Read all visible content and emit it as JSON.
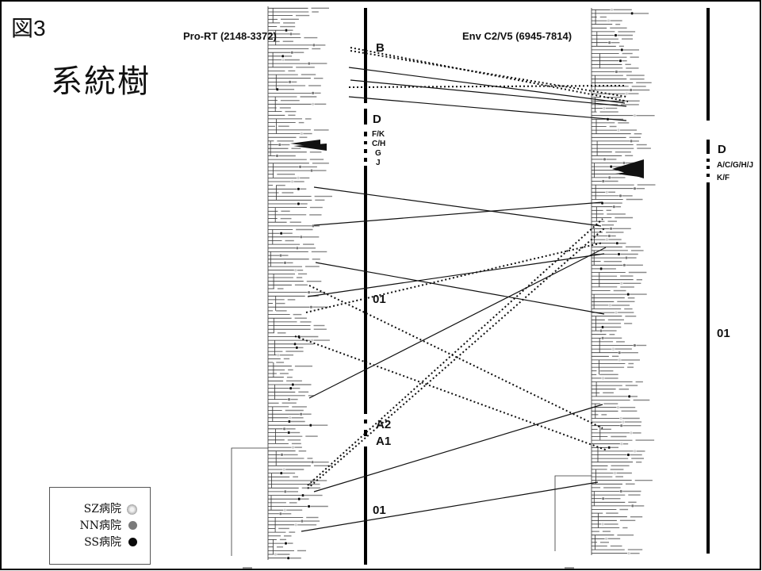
{
  "figure": {
    "number_label": "図3",
    "title": "系統樹"
  },
  "trees": {
    "left_title": "Pro-RT (2148-3372)",
    "right_title": "Env C2/V5 (6945-7814)"
  },
  "left_subtypes": {
    "b": "B",
    "d": "D",
    "group": [
      "F/K",
      "C/H",
      "G",
      "J"
    ],
    "crf01_upper": "01",
    "a2": "A2",
    "a1": "A1",
    "crf01_lower": "01"
  },
  "right_subtypes": {
    "d": "D",
    "group_line1": "A/C/G/H/J",
    "group_line2": "K/F",
    "crf01": "01"
  },
  "legend": {
    "items": [
      {
        "label": "SZ病院",
        "color": "#d8d8d8",
        "style": "speckled"
      },
      {
        "label": "NN病院",
        "color": "#7a7a7a",
        "style": "gray"
      },
      {
        "label": "SS病院",
        "color": "#0a0a0a",
        "style": "black"
      }
    ]
  },
  "links_legend_note": "",
  "colors": {
    "line": "#111111",
    "frame": "#000000"
  }
}
